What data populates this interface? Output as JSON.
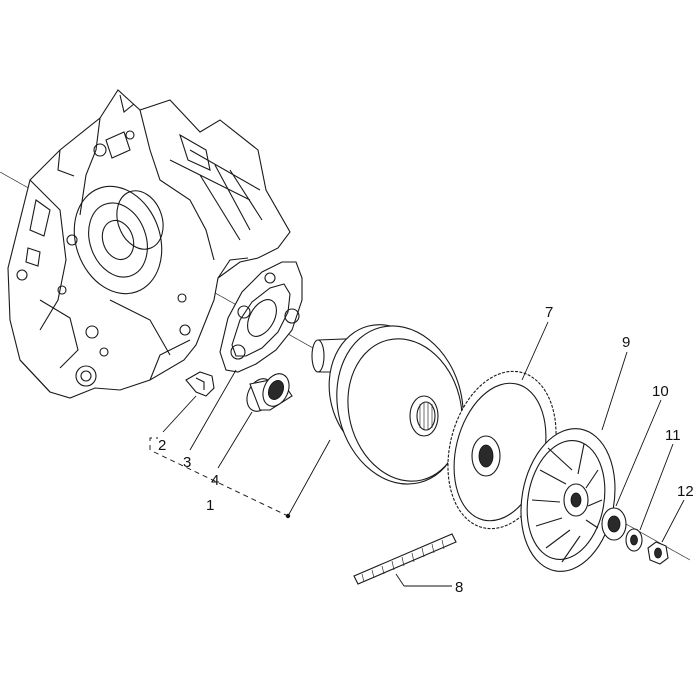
{
  "diagram": {
    "type": "exploded-parts-view",
    "callouts": [
      {
        "id": "1",
        "label": "1"
      },
      {
        "id": "2",
        "label": "2"
      },
      {
        "id": "3",
        "label": "3"
      },
      {
        "id": "4",
        "label": "4"
      },
      {
        "id": "7",
        "label": "7"
      },
      {
        "id": "8",
        "label": "8"
      },
      {
        "id": "9",
        "label": "9"
      },
      {
        "id": "10",
        "label": "10"
      },
      {
        "id": "11",
        "label": "11"
      },
      {
        "id": "12",
        "label": "12"
      }
    ]
  }
}
